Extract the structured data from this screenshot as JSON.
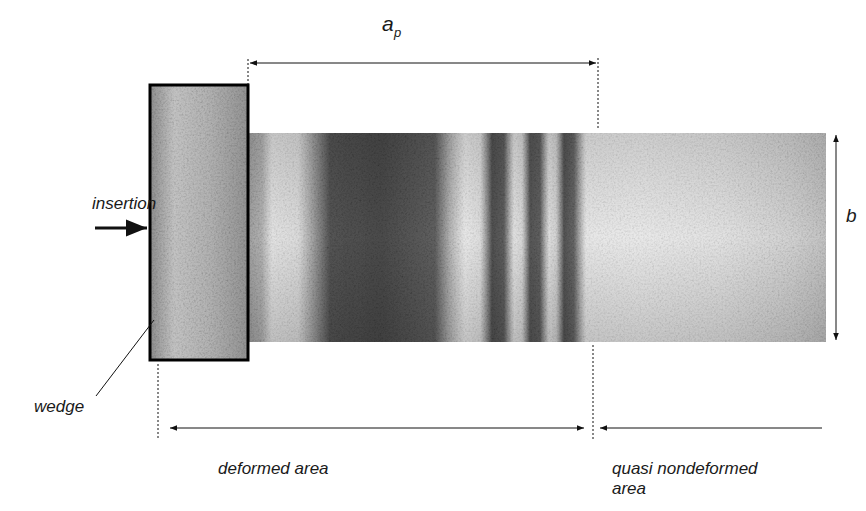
{
  "diagram": {
    "labels": [
      "a",
      "p",
      "insertion",
      "wedge",
      "b",
      "deformed area",
      "quasi nondeformed area"
    ]
  }
}
